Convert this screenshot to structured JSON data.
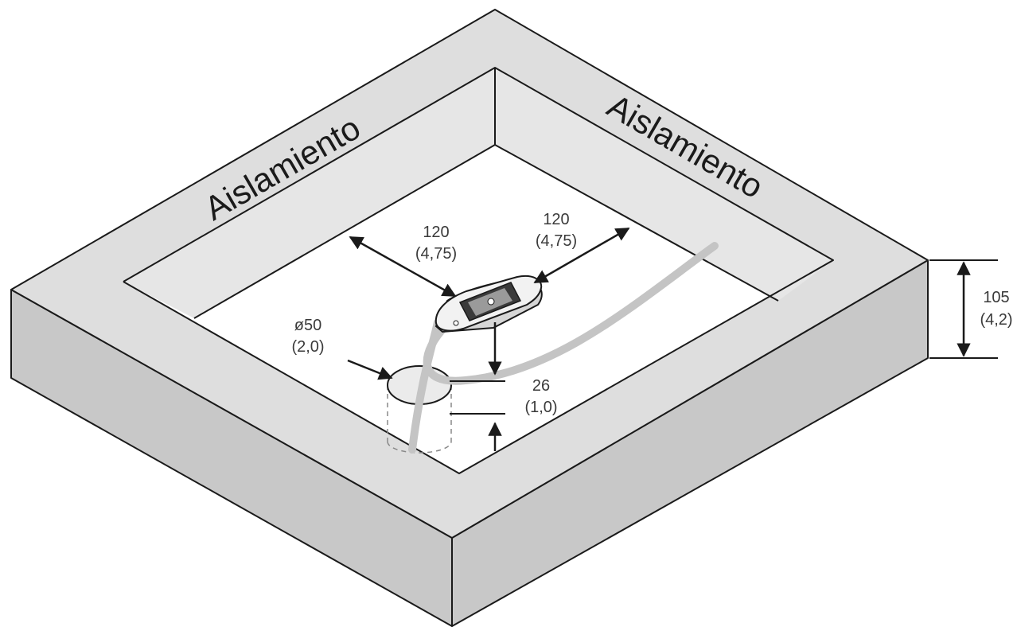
{
  "insulation_label_left": "Aislamiento",
  "insulation_label_right": "Aislamiento",
  "dim_left_mm": "120",
  "dim_left_in": "(4,75)",
  "dim_right_mm": "120",
  "dim_right_in": "(4,75)",
  "dim_height_mm": "105",
  "dim_height_in": "(4,2)",
  "dim_hole_mm": "ø50",
  "dim_hole_in": "(2,0)",
  "dim_depth_mm": "26",
  "dim_depth_in": "(1,0)",
  "colors": {
    "side_wall": "#c8c8c8",
    "top_rim": "#dedede",
    "inner_wall": "#e6e6e6",
    "floor": "#ffffff",
    "cable": "#c4c4c4",
    "outline": "#1a1a1a"
  }
}
